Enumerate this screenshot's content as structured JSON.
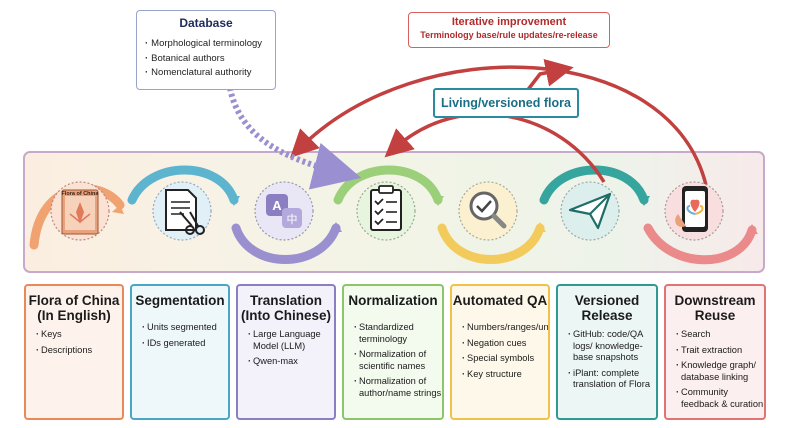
{
  "database": {
    "title": "Database",
    "items": [
      "Morphological terminology",
      "Botanical authors",
      "Nomenclatural authority"
    ]
  },
  "iterative": {
    "title": "Iterative improvement",
    "subtitle": "Terminology base/rule updates/re-release"
  },
  "living_label": "Living/versioned flora",
  "book_label": "Flora of China",
  "stages": [
    {
      "title": "Flora of China (In English)",
      "title_lines": [
        "Flora of China",
        "(In English)"
      ],
      "items": [
        "Keys",
        "Descriptions"
      ],
      "color": "#e8895a",
      "bg": "#fdf3ec"
    },
    {
      "title": "Segmentation",
      "title_lines": [
        "Segmentation"
      ],
      "items": [
        "Units segmented",
        "IDs generated"
      ],
      "color": "#4aa6c4",
      "bg": "#eef7fa"
    },
    {
      "title": "Translation (Into Chinese)",
      "title_lines": [
        "Translation",
        "(Into Chinese)"
      ],
      "items": [
        "Large Language Model (LLM)",
        "Qwen-max"
      ],
      "color": "#8b7fc2",
      "bg": "#f3f1fa"
    },
    {
      "title": "Normalization",
      "title_lines": [
        "Normalization"
      ],
      "items": [
        "Standardized terminology",
        "Normalization of scientific names",
        "Normalization of author/name strings"
      ],
      "color": "#8cc56a",
      "bg": "#f3faee"
    },
    {
      "title": "Automated QA",
      "title_lines": [
        "Automated QA"
      ],
      "items": [
        "Numbers/ranges/units",
        "Negation cues",
        "Special symbols",
        "Key structure"
      ],
      "color": "#f0c24a",
      "bg": "#fdf8ea"
    },
    {
      "title": "Versioned Release",
      "title_lines": [
        "Versioned",
        "Release"
      ],
      "items": [
        "GitHub: code/QA logs/ knowledge-base snapshots",
        "iPlant: complete translation of Flora"
      ],
      "color": "#2e9a92",
      "bg": "#ecf6f5"
    },
    {
      "title": "Downstream Reuse",
      "title_lines": [
        "Downstream",
        "Reuse"
      ],
      "items": [
        "Search",
        "Trait extraction",
        "Knowledge graph/ database linking",
        "Community feedback & curation"
      ],
      "color": "#e07474",
      "bg": "#fcefef"
    }
  ],
  "icons": [
    "book-icon",
    "document-scissors-icon",
    "translate-icon",
    "checklist-icon",
    "magnifier-check-icon",
    "paper-plane-icon",
    "smartphone-flower-icon"
  ],
  "translate_glyphs": {
    "latin": "A",
    "chinese": "中"
  }
}
